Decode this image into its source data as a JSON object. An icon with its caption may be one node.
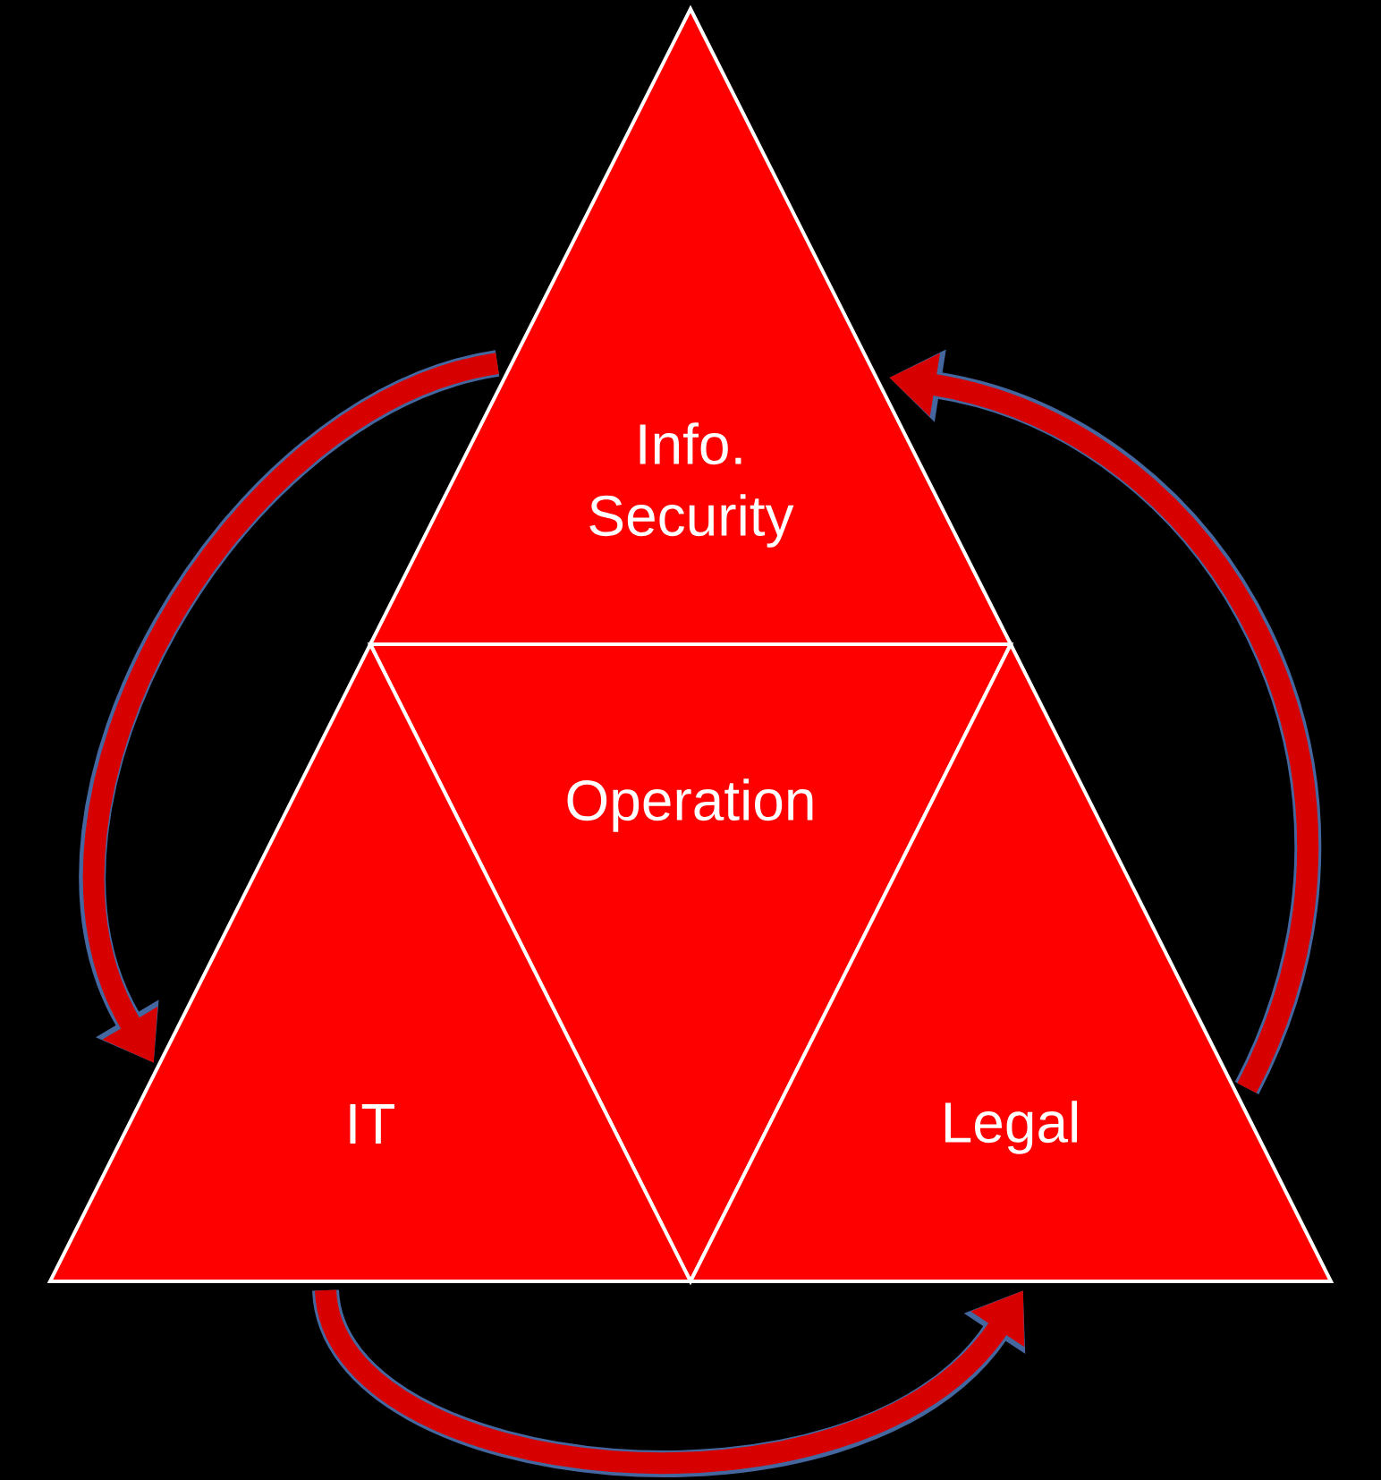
{
  "diagram": {
    "nodes": [
      {
        "text": [
          "Info. Security"
        ]
      },
      {
        "text": [
          "Operation"
        ]
      },
      {
        "text": [
          "IT"
        ]
      },
      {
        "text": [
          "Legal"
        ]
      }
    ],
    "edges": [
      {
        "from": 0,
        "to": 2,
        "arrow": "to"
      },
      {
        "from": 2,
        "to": 3,
        "arrow": "to"
      },
      {
        "from": 3,
        "to": 0,
        "arrow": "to"
      }
    ]
  }
}
